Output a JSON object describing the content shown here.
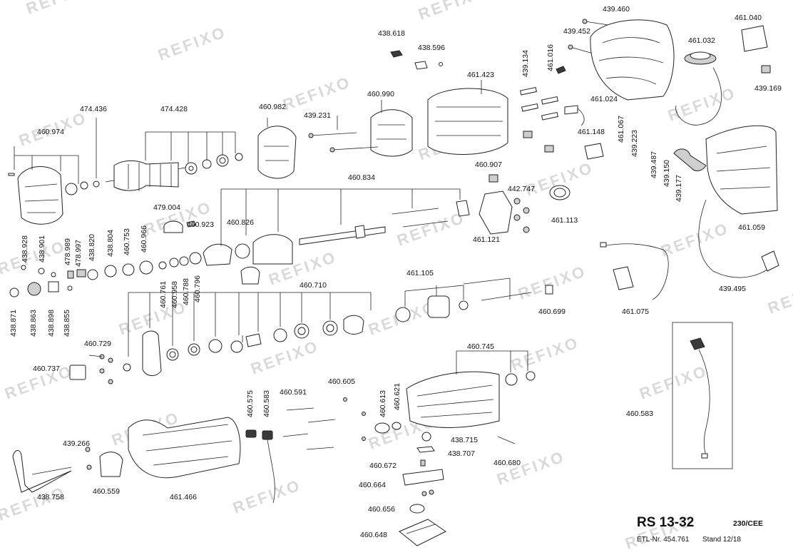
{
  "watermark": "REFIXO",
  "title": {
    "model": "RS 13-32",
    "variant": "230/CEE",
    "etl": "ETL-Nr. 454.761",
    "stand": "Stand 12/18"
  },
  "callouts": [
    "438.596",
    "438.618",
    "439.460",
    "439.452",
    "461.040",
    "461.032",
    "461.016",
    "439.134",
    "461.423",
    "460.990",
    "439.169",
    "461.024",
    "474.436",
    "474.428",
    "460.982",
    "439.231",
    "461.148",
    "461.067",
    "439.223",
    "460.974",
    "439.487",
    "439.150",
    "439.177",
    "460.907",
    "442.747",
    "460.834",
    "461.059",
    "479.004",
    "460.923",
    "460.826",
    "461.113",
    "461.121",
    "438.928",
    "438.901",
    "478.989",
    "478.997",
    "438.820",
    "438.804",
    "460.753",
    "460.966",
    "439.495",
    "461.075",
    "438.871",
    "438.863",
    "438.898",
    "438.855",
    "460.761",
    "460.958",
    "460.788",
    "460.796",
    "460.710",
    "461.105",
    "460.699",
    "460.729",
    "460.737",
    "460.745",
    "460.605",
    "460.575",
    "460.583",
    "460.591",
    "460.613",
    "460.621",
    "460.583",
    "439.266",
    "438.715",
    "438.707",
    "460.680",
    "460.672",
    "460.664",
    "438.758",
    "460.559",
    "461.466",
    "460.656",
    "460.648"
  ]
}
